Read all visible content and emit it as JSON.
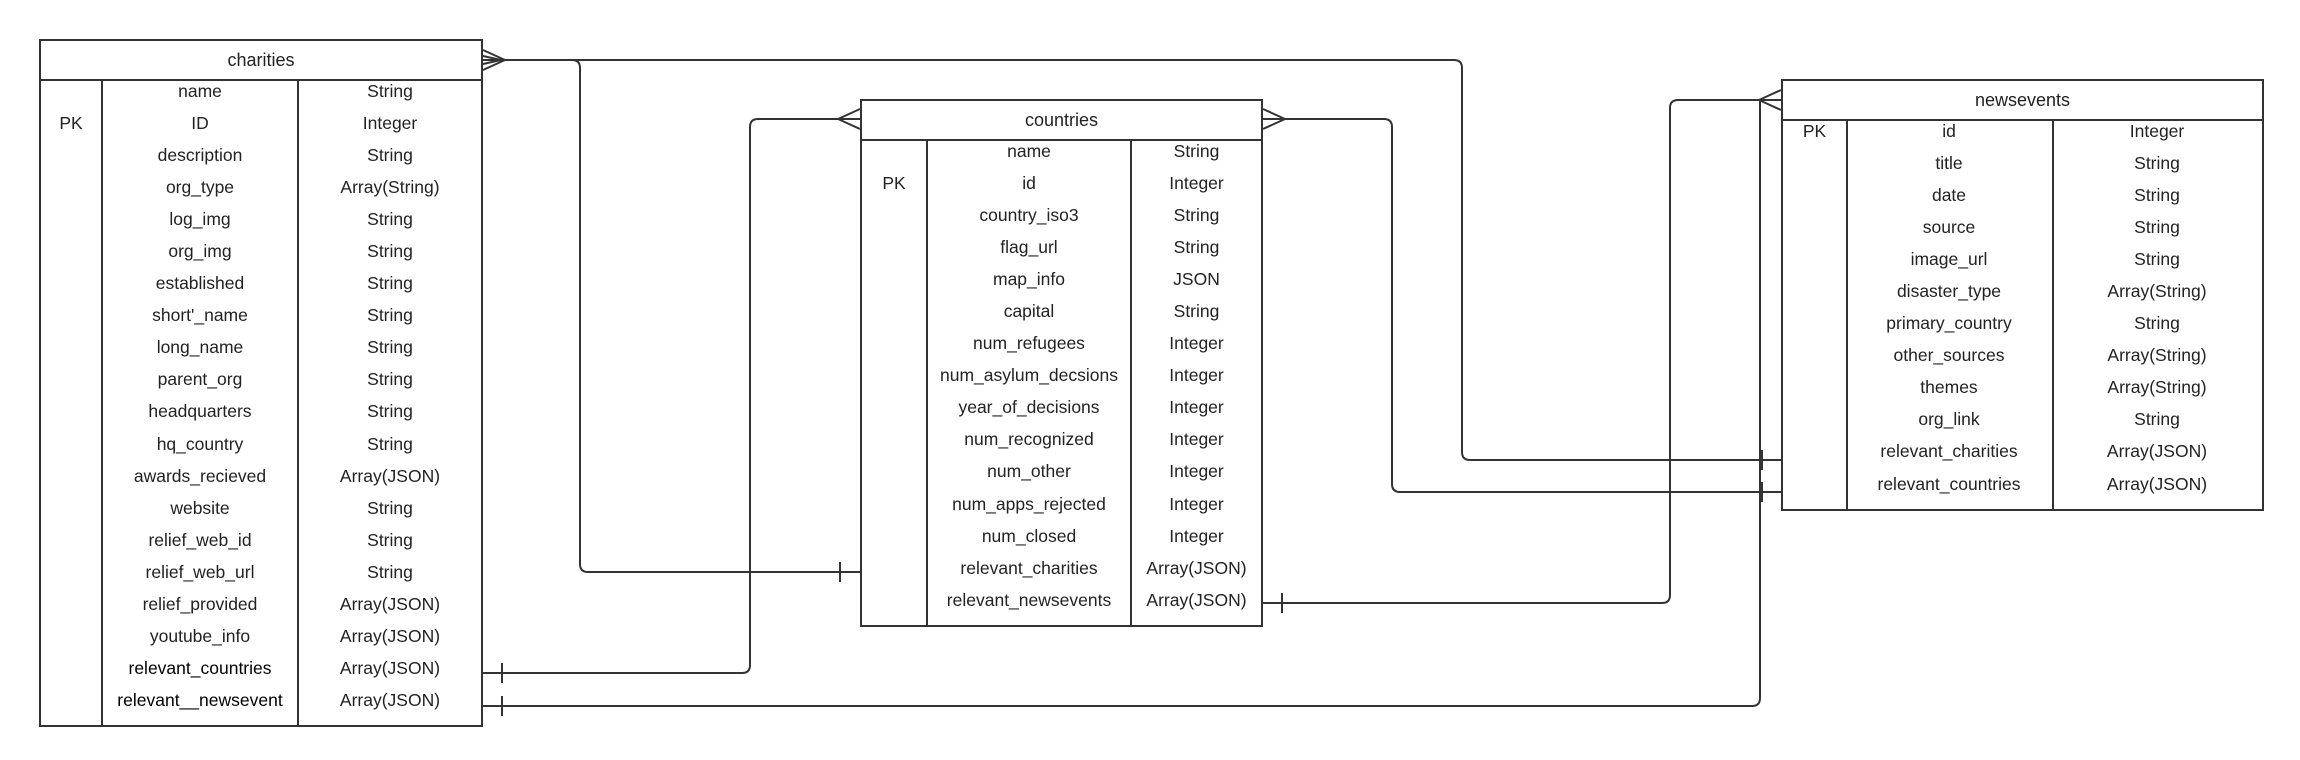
{
  "tables": [
    {
      "name": "charities",
      "rows": [
        {
          "key": "",
          "field": "name",
          "type": "String"
        },
        {
          "key": "PK",
          "field": "ID",
          "type": "Integer"
        },
        {
          "key": "",
          "field": "description",
          "type": "String"
        },
        {
          "key": "",
          "field": "org_type",
          "type": "Array(String)"
        },
        {
          "key": "",
          "field": "log_img",
          "type": "String"
        },
        {
          "key": "",
          "field": "org_img",
          "type": "String"
        },
        {
          "key": "",
          "field": "established",
          "type": "String"
        },
        {
          "key": "",
          "field": "short'_name",
          "type": "String"
        },
        {
          "key": "",
          "field": "long_name",
          "type": "String"
        },
        {
          "key": "",
          "field": "parent_org",
          "type": "String"
        },
        {
          "key": "",
          "field": "headquarters",
          "type": "String"
        },
        {
          "key": "",
          "field": "hq_country",
          "type": "String"
        },
        {
          "key": "",
          "field": "awards_recieved",
          "type": "Array(JSON)"
        },
        {
          "key": "",
          "field": "website",
          "type": "String"
        },
        {
          "key": "",
          "field": "relief_web_id",
          "type": "String"
        },
        {
          "key": "",
          "field": "relief_web_url",
          "type": "String"
        },
        {
          "key": "",
          "field": "relief_provided",
          "type": "Array(JSON)"
        },
        {
          "key": "",
          "field": "youtube_info",
          "type": "Array(JSON)"
        },
        {
          "key": "",
          "field": "relevant_countries",
          "type": "Array(JSON)"
        },
        {
          "key": "",
          "field": "relevant__newsevent",
          "type": "Array(JSON)"
        }
      ]
    },
    {
      "name": "countries",
      "rows": [
        {
          "key": "",
          "field": "name",
          "type": "String"
        },
        {
          "key": "PK",
          "field": "id",
          "type": "Integer"
        },
        {
          "key": "",
          "field": "country_iso3",
          "type": "String"
        },
        {
          "key": "",
          "field": "flag_url",
          "type": "String"
        },
        {
          "key": "",
          "field": "map_info",
          "type": "JSON"
        },
        {
          "key": "",
          "field": "capital",
          "type": "String"
        },
        {
          "key": "",
          "field": "num_refugees",
          "type": "Integer"
        },
        {
          "key": "",
          "field": "num_asylum_decsions",
          "type": "Integer"
        },
        {
          "key": "",
          "field": "year_of_decisions",
          "type": "Integer"
        },
        {
          "key": "",
          "field": "num_recognized",
          "type": "Integer"
        },
        {
          "key": "",
          "field": "num_other",
          "type": "Integer"
        },
        {
          "key": "",
          "field": "num_apps_rejected",
          "type": "Integer"
        },
        {
          "key": "",
          "field": "num_closed",
          "type": "Integer"
        },
        {
          "key": "",
          "field": "relevant_charities",
          "type": "Array(JSON)"
        },
        {
          "key": "",
          "field": "relevant_newsevents",
          "type": "Array(JSON)"
        }
      ]
    },
    {
      "name": "newsevents",
      "rows": [
        {
          "key": "PK",
          "field": "id",
          "type": "Integer"
        },
        {
          "key": "",
          "field": "title",
          "type": "String"
        },
        {
          "key": "",
          "field": "date",
          "type": "String"
        },
        {
          "key": "",
          "field": "source",
          "type": "String"
        },
        {
          "key": "",
          "field": "image_url",
          "type": "String"
        },
        {
          "key": "",
          "field": "disaster_type",
          "type": "Array(String)"
        },
        {
          "key": "",
          "field": "primary_country",
          "type": "String"
        },
        {
          "key": "",
          "field": "other_sources",
          "type": "Array(String)"
        },
        {
          "key": "",
          "field": "themes",
          "type": "Array(String)"
        },
        {
          "key": "",
          "field": "org_link",
          "type": "String"
        },
        {
          "key": "",
          "field": "relevant_charities",
          "type": "Array(JSON)"
        },
        {
          "key": "",
          "field": "relevant_countries",
          "type": "Array(JSON)"
        }
      ]
    }
  ],
  "relationships": [
    {
      "from": "charities.relevant_countries",
      "to": "countries",
      "cardinality": "one-to-many"
    },
    {
      "from": "charities.relevant__newsevent",
      "to": "newsevents",
      "cardinality": "one-to-many"
    },
    {
      "from": "countries.relevant_charities",
      "to": "charities",
      "cardinality": "one-to-many"
    },
    {
      "from": "countries.relevant_newsevents",
      "to": "newsevents",
      "cardinality": "one-to-many"
    },
    {
      "from": "newsevents.relevant_charities",
      "to": "charities",
      "cardinality": "one-to-many"
    },
    {
      "from": "newsevents.relevant_countries",
      "to": "countries",
      "cardinality": "one-to-many"
    }
  ],
  "colors": {
    "line": "#333333",
    "text": "#222222",
    "background": "#ffffff"
  }
}
